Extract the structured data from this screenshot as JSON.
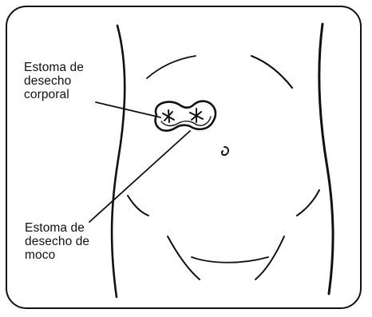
{
  "labels": {
    "body_waste_stoma": [
      "Estoma de",
      "desecho",
      "corporal"
    ],
    "mucus_waste_stoma": [
      "Estoma de",
      "desecho de",
      "moco"
    ]
  },
  "colors": {
    "ink": "#111111",
    "background": "#ffffff"
  }
}
